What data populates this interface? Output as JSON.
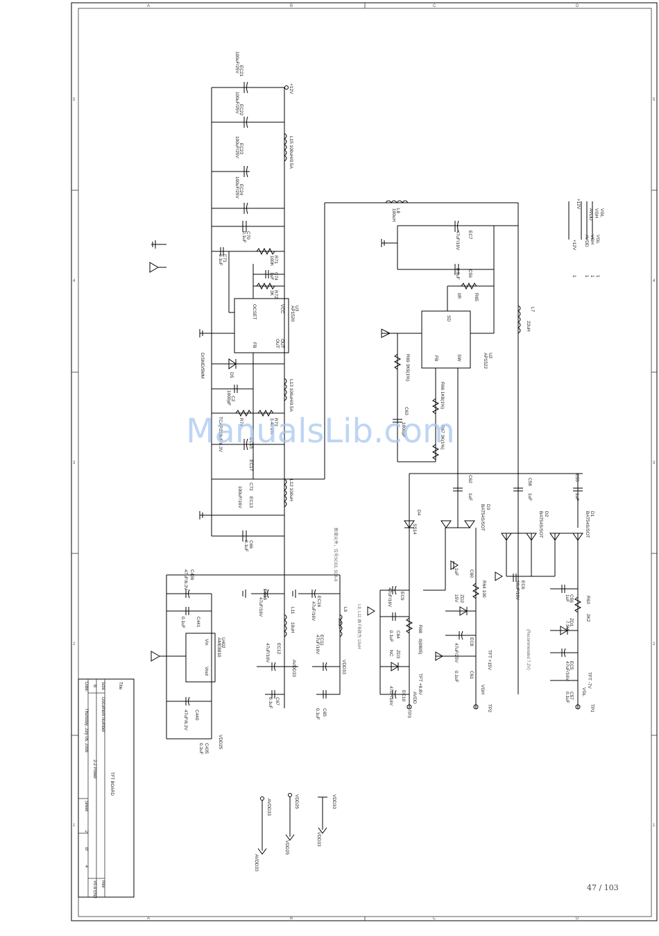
{
  "sheet": {
    "title": "TFT BOARD",
    "title_label": "Title",
    "size_label": "Size",
    "size": "B",
    "docnum_label": "Document Number",
    "docnum": "2-2 Power",
    "rev_label": "Rev",
    "rev": "V0.8 EN2",
    "date_label": "Date:",
    "date": "Thursday, July 06, 2006",
    "sheet_label": "Sheet",
    "sheet_num": "2",
    "of_label": "of",
    "sheet_total": "4",
    "page_number": "47 / 103",
    "watermark": "ManualsLib.com"
  },
  "zones": {
    "top": [
      "A",
      "B",
      "C",
      "D"
    ],
    "left": [
      "5",
      "4",
      "3",
      "2",
      "1"
    ]
  },
  "notes": {
    "cn_top": "新增元件，位号SC63, SC6-8",
    "cn_bottom": "L9, L11 由 FB改为 10uH",
    "recommended": "(Recommended 7.2V)"
  },
  "nets": {
    "vin": "+12V",
    "vgl": "VGL",
    "vgh": "VGH",
    "avdd": "AVDD",
    "p12": "+12V",
    "avdd33": "AVDD33",
    "vdd33": "VDD33",
    "vdd25": "VDD25",
    "tft_p15": "TFT +15V",
    "tft_m7": "TFT -7V",
    "tft_88": "TFT +8.8V",
    "pin_one": "1"
  },
  "parts": {
    "ec21": "EC21",
    "ec21_v": "100uF/25V",
    "ec22": "EC22",
    "ec22_v": "100uF/25V",
    "ec23": "EC23",
    "ec23_v": "100uF/25V",
    "ec24": "EC24",
    "ec24_v": "100uF/25V",
    "c70": "C70",
    "c70_v": "0.1uF",
    "c71": "C71",
    "c71_v": "0.1uF",
    "r71": "R71",
    "r71_v": "100K",
    "c74": "C74",
    "c74_v": "1uF",
    "r72": "R72",
    "r72_v": "3K",
    "l15": "L15 100uH/0.5A",
    "u3": "U3",
    "u3_v": "AP1520",
    "u3_pin_ocset": "OCSET",
    "u3_pin_vcc": "VCC",
    "u3_pin_fb": "FB",
    "u3_pin_out": "OUT",
    "d5": "D5",
    "d5_v": "D/SMD/5MM",
    "c2": "C2",
    "c2_v": "1000pF",
    "l13": "L13 100uH/0.5A",
    "r74": "R74",
    "r73": "R73",
    "r73_v": "3.4k 1%",
    "ec15": "EC15",
    "ec15_v": "TCAP220uF/6.3V",
    "ec17": "EC17",
    "c72": "C72",
    "ec13": "EC13",
    "ec13_v": "100uF/16V",
    "l12": "L12 100uH",
    "c66": "C66",
    "c66_v": "0.1uF",
    "l8": "L8",
    "l8_v": "100uH",
    "ec7": "EC7",
    "ec7_v": "47uF/16V",
    "c59": "C59",
    "c59_v": "0.1uF",
    "r65": "R65",
    "r65_v": "0R",
    "l7": "L7",
    "l7_v": "22uH",
    "u2": "U2",
    "u2_v": "AP1522",
    "u2_pin_sd": "SD",
    "u2_pin_fb": "FB",
    "u2_pin_sw": "SW",
    "r69": "R69 3K9(1%)",
    "r66": "R66 1K8(1%)",
    "c63": "C63",
    "c63_v": "1000pF",
    "r67": "R67 3K(1%)",
    "c62": "C62",
    "c62_v": "1uF",
    "c58": "C58",
    "c58_v": "1uF",
    "c55": "C55",
    "c55_v": "1uF",
    "d4": "D4",
    "d4_v": "SS14",
    "d3": "D3",
    "d3_v": "BAT54S/SOT",
    "d2": "D2",
    "d2_v": "BAT54S/SOT",
    "d1": "D1",
    "d1_v": "BAT54S/SOT",
    "c60": "C60",
    "c60_v": "1uF",
    "ec6": "EC6",
    "ec6_v": "10uF/16V",
    "r64": "R64 100",
    "r63": "R63",
    "r63_v": "2K2",
    "c56": "C56",
    "c56_v": "1uF",
    "zd2": "ZD2",
    "zd2_v": "15V",
    "zd1": "ZD1",
    "zd1_v": "7.5V",
    "ec8": "EC8",
    "ec8_v": "47uF/25V",
    "c61": "C61",
    "c61_v": "0.1uF",
    "ec5": "EC5",
    "ec5_v": "47uF/16V",
    "c57": "C57",
    "c57_v": "0.1uF",
    "r68": "R68",
    "r68_v": "0(0805)",
    "ec9": "EC9",
    "ec9_v": "47uF/16V",
    "c64": "C64",
    "c64_v": "0.1uF",
    "zd3": "ZD3",
    "zd3_v": "NC",
    "ec10": "EC10",
    "ec10_v": "47uF/16V",
    "tp1": "TP1",
    "tp2": "TP2",
    "tp3": "TP3",
    "c436": "C436",
    "c436_v": "47uF/6.3V",
    "c441": "C441",
    "c441_v": "0.1uF",
    "u402": "U402",
    "u402_v": "AME8810",
    "u402_pin_vin": "Vin",
    "u402_pin_vout": "Vout",
    "c440": "C440",
    "c440_v": "47uF/6.3V",
    "c435": "C435",
    "c435_v": "0.1uF",
    "ec19": "EC19",
    "ec19_v": "47uF/16V",
    "ec16": "EC16",
    "ec16_v": "47uF/16V",
    "l11": "L11",
    "l11_v": "10uH",
    "l9": "L9",
    "l9_v": "10uH",
    "ec12": "EC12",
    "ec12_v": "47uF/16V",
    "ec11": "EC11",
    "ec11_v": "47uF/16V",
    "c67": "C67",
    "c67_v": "0.1uF",
    "c65": "C65",
    "c65_v": "0.1uF"
  }
}
